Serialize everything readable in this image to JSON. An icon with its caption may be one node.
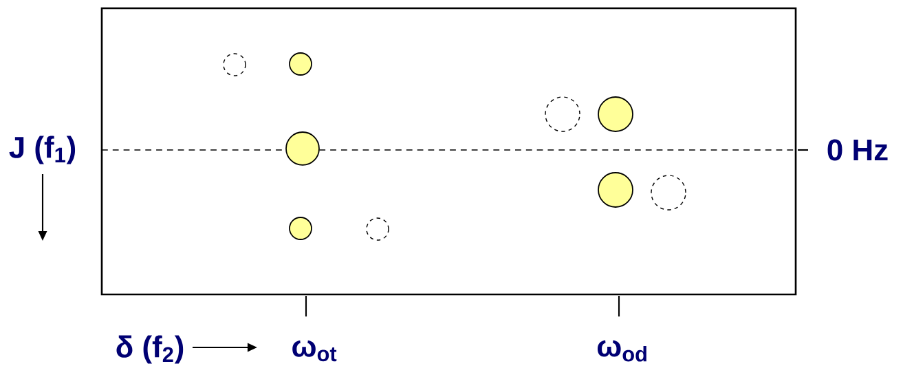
{
  "diagram": {
    "labels": [
      "J (f$_{1}$)",
      "0 Hz",
      "δ (f$_{2}$)",
      "ω$_{ot}$",
      "ω$_{od}$"
    ]
  }
}
